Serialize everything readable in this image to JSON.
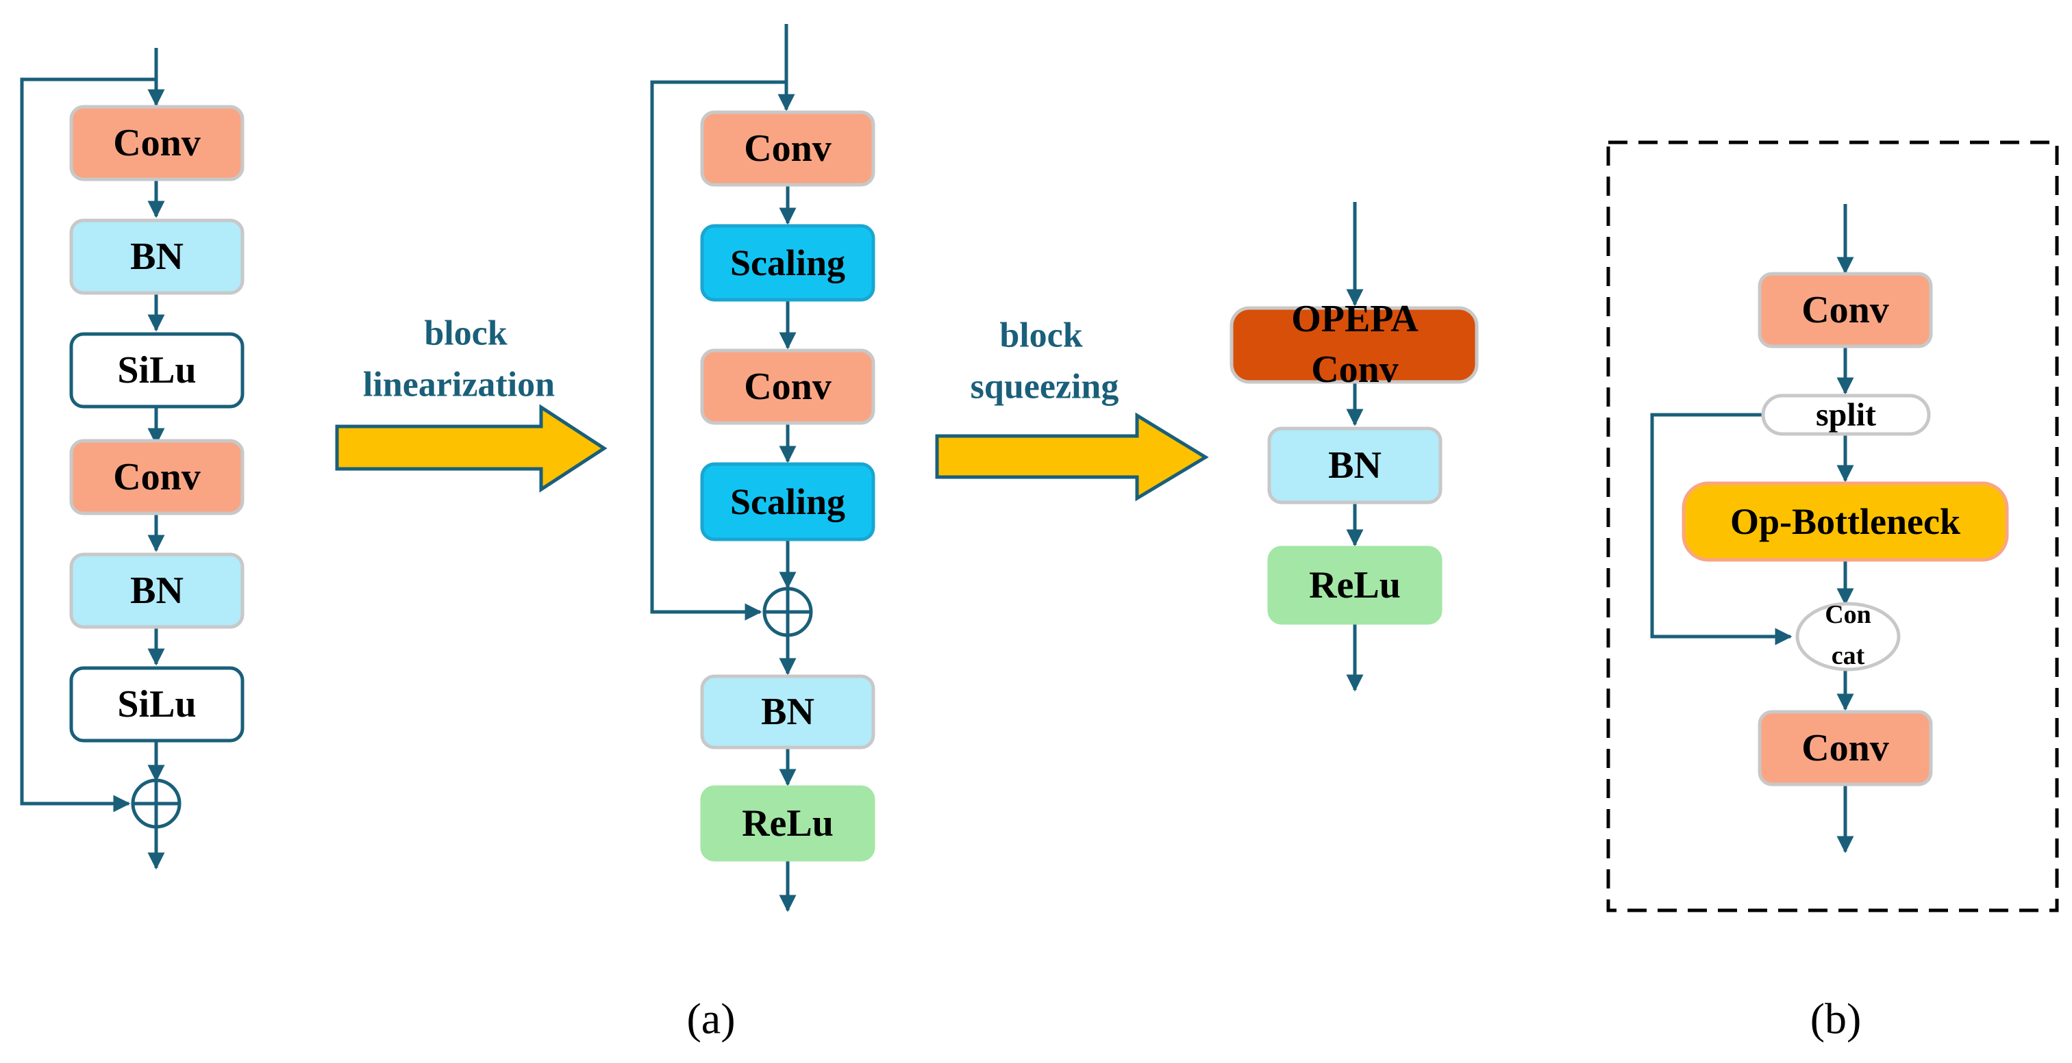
{
  "colors": {
    "line": "#1a5f7a",
    "conv_fill": "#f9a584",
    "bn_fill": "#b2ebfa",
    "silu_fill": "#ffffff",
    "scaling_fill": "#12c3f2",
    "relu_fill": "#a3e6a5",
    "opepa_fill": "#d84f0a",
    "bottleneck_fill": "#fec100",
    "arrow_fill": "#fec100",
    "box_border": "#c8c8c8"
  },
  "left_block": {
    "conv1": "Conv",
    "bn1": "BN",
    "silu1": "SiLu",
    "conv2": "Conv",
    "bn2": "BN",
    "silu2": "SiLu"
  },
  "arrow1": {
    "line1": "block",
    "line2": "linearization"
  },
  "middle_block": {
    "conv1": "Conv",
    "scaling1": "Scaling",
    "conv2": "Conv",
    "scaling2": "Scaling",
    "bn": "BN",
    "relu": "ReLu"
  },
  "arrow2": {
    "line1": "block",
    "line2": "squeezing"
  },
  "right_block": {
    "opepa_line1": "OPEPA",
    "opepa_line2": "Conv",
    "bn": "BN",
    "relu": "ReLu"
  },
  "panel_b": {
    "conv1": "Conv",
    "split": "split",
    "bottleneck": "Op-Bottleneck",
    "concat_line1": "Con",
    "concat_line2": "cat",
    "conv2": "Conv"
  },
  "captions": {
    "a": "(a)",
    "b": "(b)"
  }
}
